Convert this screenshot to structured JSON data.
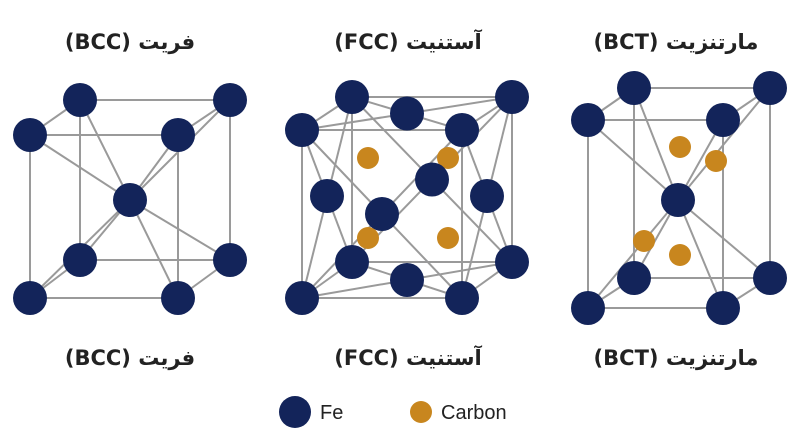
{
  "colors": {
    "iron": "#13245a",
    "carbon": "#c8861e",
    "bond": "#9a9a9a"
  },
  "structures": [
    {
      "title_top": "فریت (BCC)",
      "title_bottom": "فریت (BCC)"
    },
    {
      "title_top": "آستنیت (FCC)",
      "title_bottom": "آستنیت (FCC)"
    },
    {
      "title_top": "مارتنزیت (BCT)",
      "title_bottom": "مارتنزیت (BCT)"
    }
  ],
  "legend": {
    "iron_label": "Fe",
    "carbon_label": "Carbon"
  }
}
